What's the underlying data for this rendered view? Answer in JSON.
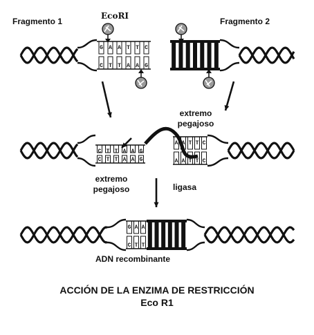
{
  "labels": {
    "fragment1": "Fragmento 1",
    "fragment2": "Fragmento 2",
    "enzyme": "EcoRI",
    "sticky_end_right_line1": "extremo",
    "sticky_end_right_line2": "pegajoso",
    "sticky_end_left_line1": "extremo",
    "sticky_end_left_line2": "pegajoso",
    "ligase": "ligasa",
    "recombinant": "ADN recombinante"
  },
  "title": {
    "line1": "ACCIÓN DE LA ENZIMA DE RESTRICCIÓN",
    "line2": "Eco R1"
  },
  "sequences": {
    "top_left": [
      "G",
      "A",
      "A",
      "T",
      "T",
      "C"
    ],
    "bottom_left": [
      "C",
      "T",
      "T",
      "A",
      "A",
      "G"
    ],
    "cut_left_stub": [
      "G",
      "C"
    ],
    "cut_right_overhang": [
      "A",
      "A",
      "T",
      "T"
    ],
    "cut_right_stub": [
      "C",
      "G"
    ]
  },
  "colors": {
    "ink": "#111111",
    "enzyme_fill": "#9a9a9a"
  }
}
